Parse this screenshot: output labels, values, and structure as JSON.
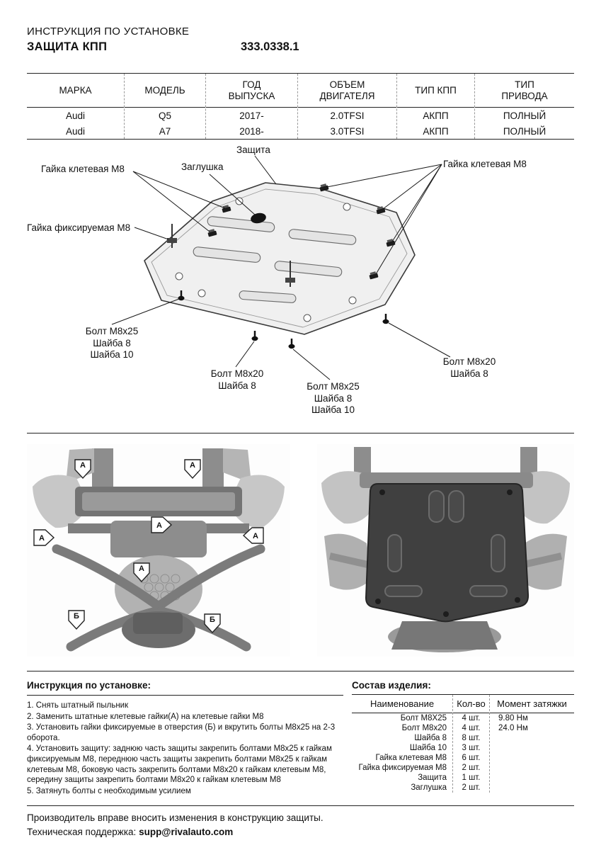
{
  "header": {
    "title": "ИНСТРУКЦИЯ ПО УСТАНОВКЕ",
    "subtitle": "ЗАЩИТА КПП",
    "part_number": "333.0338.1"
  },
  "spec_table": {
    "headers": [
      "МАРКА",
      "МОДЕЛЬ",
      "ГОД\nВЫПУСКА",
      "ОБЪЕМ\nДВИГАТЕЛЯ",
      "ТИП КПП",
      "ТИП\nПРИВОДА"
    ],
    "rows": [
      [
        "Audi",
        "Q5",
        "2017-",
        "2.0TFSI",
        "АКПП",
        "ПОЛНЫЙ"
      ],
      [
        "Audi",
        "A7",
        "2018-",
        "3.0TFSI",
        "АКПП",
        "ПОЛНЫЙ"
      ]
    ]
  },
  "diagram": {
    "labels": {
      "shield": "Защита",
      "plug": "Заглушка",
      "cage_nut_left": "Гайка клетевая М8",
      "cage_nut_right": "Гайка клетевая М8",
      "fixing_nut": "Гайка фиксируемая М8",
      "bolt_group_left": "Болт М8х25\nШайба 8\nШайба 10",
      "bolt_group_bottom_left": "Болт М8х20\nШайба 8",
      "bolt_group_bottom_center": "Болт М8х25\nШайба 8\nШайба 10",
      "bolt_group_right": "Болт М8х20\nШайба 8"
    }
  },
  "photos": {
    "markers": {
      "a": "А",
      "b": "Б"
    }
  },
  "instructions": {
    "title": "Инструкция по установке:",
    "steps": [
      "1. Снять штатный пыльник",
      "2. Заменить штатные клетевые гайки(А) на клетевые гайки М8",
      "3. Установить гайки фиксируемые в отверстия (Б) и вкрутить болты М8х25 на 2-3 оборота.",
      "4. Установить защиту: заднюю часть защиты закрепить болтами М8х25 к гайкам фиксируемым М8, переднюю часть защиты закрепить болтами М8х25 к гайкам клетевым М8, боковую часть закрепить болтами М8х20 к гайкам клетевым М8, середину защиты закрепить болтами М8х20 к гайкам клетевым М8",
      "5. Затянуть болты с необходимым усилием"
    ]
  },
  "parts": {
    "title": "Состав изделия:",
    "headers": [
      "Наименование",
      "Кол-во",
      "Момент затяжки"
    ],
    "rows": [
      [
        "Болт М8Х25",
        "4 шт.",
        "9.80 Нм"
      ],
      [
        "Болт М8х20",
        "4 шт.",
        "24.0 Нм"
      ],
      [
        "Шайба 8",
        "8 шт.",
        ""
      ],
      [
        "Шайба 10",
        "3 шт.",
        ""
      ],
      [
        "Гайка клетевая М8",
        "6 шт.",
        ""
      ],
      [
        "Гайка фиксируемая М8",
        "2 шт.",
        ""
      ],
      [
        "Защита",
        "1 шт.",
        ""
      ],
      [
        "Заглушка",
        "2 шт.",
        ""
      ]
    ]
  },
  "footer": {
    "line1": "Производитель вправе вносить изменения в конструкцию защиты.",
    "support_label": "Техническая поддержка:",
    "support_email": "supp@rivalauto.com"
  }
}
